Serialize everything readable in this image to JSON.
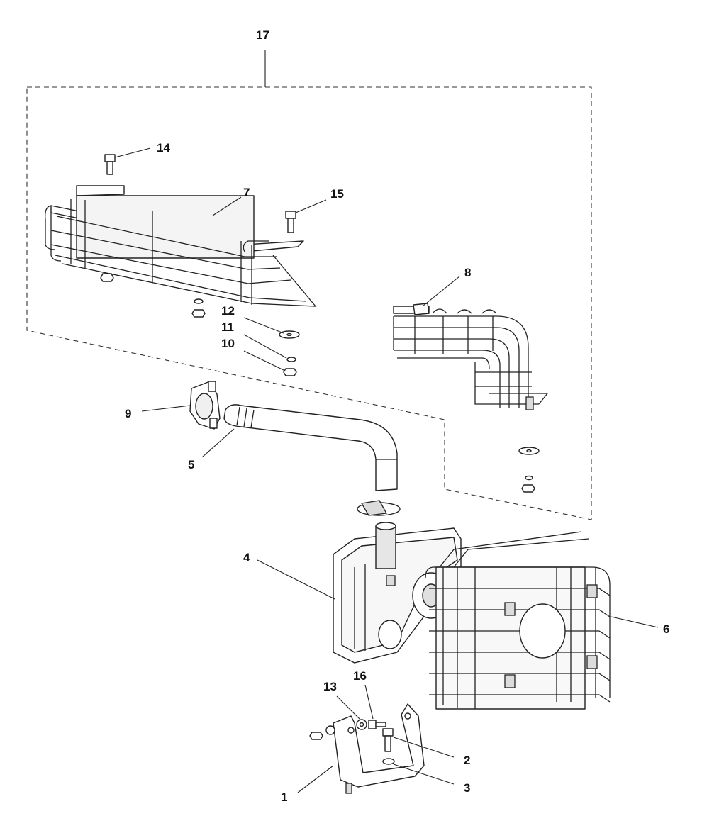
{
  "diagram": {
    "callouts": [
      {
        "id": "17",
        "label": "17"
      },
      {
        "id": "14",
        "label": "14"
      },
      {
        "id": "7",
        "label": "7"
      },
      {
        "id": "15",
        "label": "15"
      },
      {
        "id": "8",
        "label": "8"
      },
      {
        "id": "12",
        "label": "12"
      },
      {
        "id": "11",
        "label": "11"
      },
      {
        "id": "10",
        "label": "10"
      },
      {
        "id": "9",
        "label": "9"
      },
      {
        "id": "5",
        "label": "5"
      },
      {
        "id": "4",
        "label": "4"
      },
      {
        "id": "6",
        "label": "6"
      },
      {
        "id": "16",
        "label": "16"
      },
      {
        "id": "13",
        "label": "13"
      },
      {
        "id": "2",
        "label": "2"
      },
      {
        "id": "3",
        "label": "3"
      },
      {
        "id": "1",
        "label": "1"
      }
    ]
  }
}
